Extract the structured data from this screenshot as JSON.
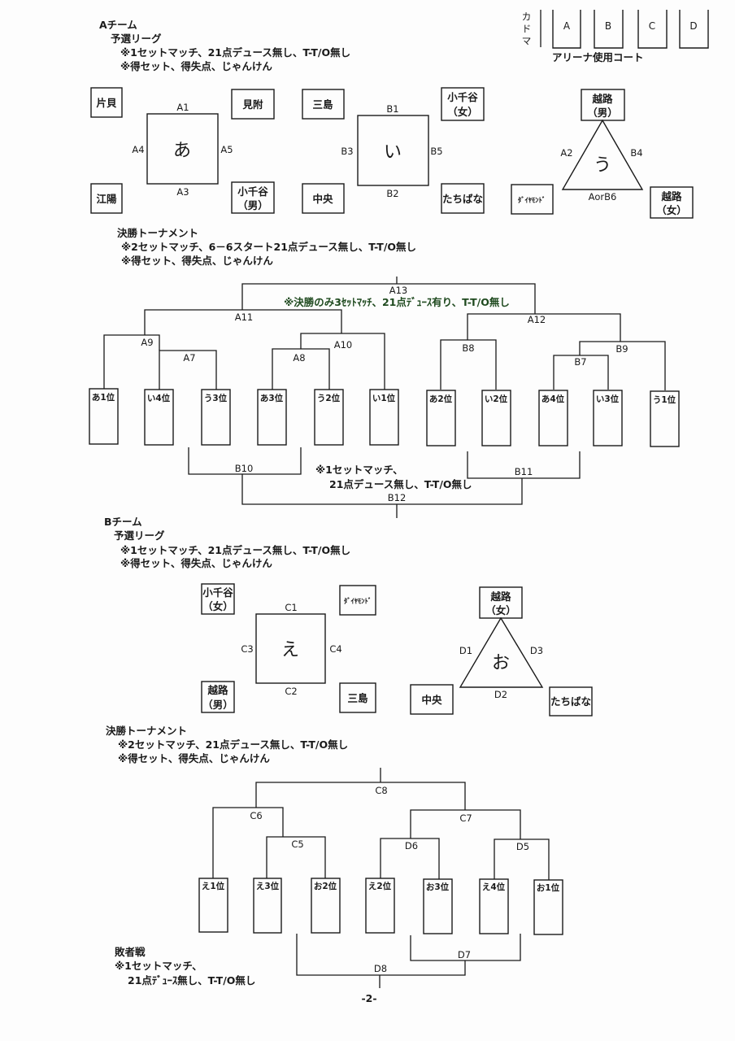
{
  "page_number": "-2-",
  "courts": {
    "kadoma": "カドマ",
    "courts": [
      "A",
      "B",
      "C",
      "D"
    ],
    "caption": "アリーナ使用コート"
  },
  "team_a": {
    "title": "Aチーム",
    "league": {
      "title": "予選リーグ",
      "notes": [
        "※1セットマッチ、21点デュース無し、T-T/O無し",
        "※得セット、得失点、じゃんけん"
      ],
      "pools": [
        {
          "name": "あ",
          "teams": [
            "片貝",
            "見附",
            "江陽",
            [
              "小千谷",
              "（男）"
            ]
          ],
          "matches": [
            "A1",
            "A4",
            "A5",
            "A3"
          ]
        },
        {
          "name": "い",
          "teams": [
            "三島",
            [
              "小千谷",
              "（女）"
            ],
            "中央",
            "たちばな"
          ],
          "matches": [
            "B1",
            "B3",
            "B5",
            "B2"
          ]
        },
        {
          "name": "う",
          "teams": [
            [
              "越路",
              "（男）"
            ],
            "ﾀﾞｲﾔﾓﾝﾄﾞ",
            [
              "越路",
              "（女）"
            ]
          ],
          "matches": [
            "A2",
            "B4",
            "AorB6"
          ]
        }
      ]
    },
    "final": {
      "title": "決勝トーナメント",
      "notes": [
        "※2セットマッチ、6－6スタート21点デュース無し、T-T/O無し",
        "※得セット、得失点、じゃんけん"
      ],
      "final_note": "※決勝のみ3ｾｯﾄﾏｯﾁ、21点ﾃﾞｭｰｽ有り、T-T/O無し",
      "matches": [
        "A13",
        "A11",
        "A12",
        "A9",
        "A7",
        "A10",
        "A8",
        "B8",
        "B9",
        "B7"
      ],
      "slots": [
        "あ1位",
        "い4位",
        "う3位",
        "あ3位",
        "う2位",
        "い1位",
        "あ2位",
        "い2位",
        "あ4位",
        "い3位",
        "う1位"
      ],
      "consolation": {
        "matches": [
          "B10",
          "B11",
          "B12"
        ],
        "notes": [
          "※1セットマッチ、",
          "21点デュース無し、T-T/O無し"
        ]
      }
    }
  },
  "team_b": {
    "title": "Bチーム",
    "league": {
      "title": "予選リーグ",
      "notes": [
        "※1セットマッチ、21点デュース無し、T-T/O無し",
        "※得セット、得失点、じゃんけん"
      ],
      "pools": [
        {
          "name": "え",
          "teams": [
            [
              "小千谷",
              "（女）"
            ],
            "ﾀﾞｲﾔﾓﾝﾄﾞ",
            [
              "越路",
              "（男）"
            ],
            "三島"
          ],
          "matches": [
            "C1",
            "C3",
            "C4",
            "C2"
          ]
        },
        {
          "name": "お",
          "teams": [
            [
              "越路",
              "（女）"
            ],
            "中央",
            "たちばな"
          ],
          "matches": [
            "D1",
            "D3",
            "D2"
          ]
        }
      ]
    },
    "final": {
      "title": "決勝トーナメント",
      "notes": [
        "※2セットマッチ、21点デュース無し、T-T/O無し",
        "※得セット、得失点、じゃんけん"
      ],
      "matches": [
        "C8",
        "C6",
        "C5",
        "C7",
        "D6",
        "D5"
      ],
      "slots": [
        "え1位",
        "え3位",
        "お2位",
        "え2位",
        "お3位",
        "え4位",
        "お1位"
      ]
    },
    "losers": {
      "title": "敗者戦",
      "notes": [
        "※1セットマッチ、",
        "21点ﾃﾞｭｰｽ無し、T-T/O無し"
      ],
      "matches": [
        "D7",
        "D8"
      ]
    }
  }
}
